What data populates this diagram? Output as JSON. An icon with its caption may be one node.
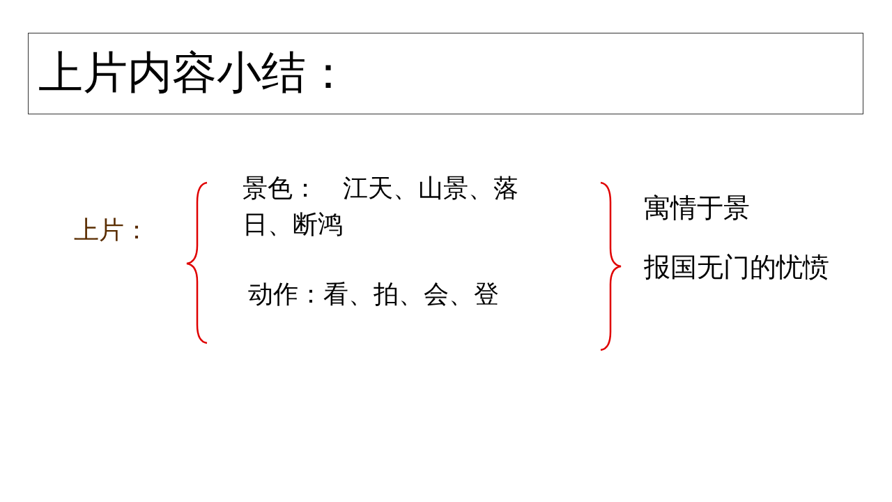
{
  "diagram": {
    "title": "上片内容小结：",
    "labels": [
      "上片：",
      "景色：　江天、山景、落日、断鸿",
      "动作：看、拍、会、登",
      "寓情于景",
      "报国无门的忧愤"
    ]
  }
}
